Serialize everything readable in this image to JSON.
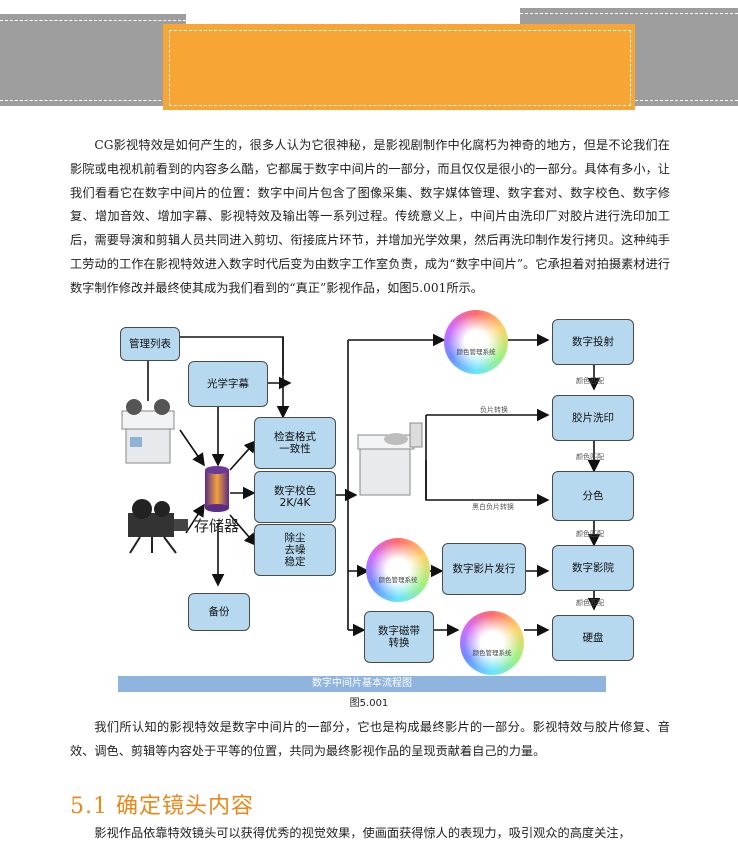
{
  "intro_text": "CG影视特效是如何产生的，很多人认为它很神秘，是影视剧制作中化腐朽为神奇的地方，但是不论我们在影院或电视机前看到的内容多么酷，它都属于数字中间片的一部分，而且仅仅是很小的一部分。具体有多小，让我们看看它在数字中间片的位置：数字中间片包含了图像采集、数字媒体管理、数字套对、数字校色、数字修复、增加音效、增加字幕、影视特效及输出等一系列过程。传统意义上，中间片由洗印厂对胶片进行洗印加工后，需要导演和剪辑人员共同进入剪切、衔接底片环节，并增加光学效果，然后再洗印制作发行拷贝。这种纯手工劳动的工作在影视特效进入数字时代后变为由数字工作室负责，成为“数字中间片”。它承担着对拍摄素材进行数字制作修改并最终使其成为我们看到的“真正”影视作品，如图5.001所示。",
  "diagram": {
    "boxes": {
      "management_list": "管理列表",
      "optical_subtitle": "光学字幕",
      "check_format": "检查格式\n一致性",
      "digital_grading": "数字校色\n2K/4K",
      "dust_removal": "除尘\n去噪\n稳定",
      "backup": "备份",
      "digital_film_release": "数字影片发行",
      "digital_tape": "数字磁带\n转换",
      "digital_projection": "数字投射",
      "film_print": "胶片洗印",
      "color_separation": "分色",
      "digital_cinema": "数字影院",
      "hard_disk": "硬盘"
    },
    "storage_label": "存储器",
    "labels": {
      "negative_conversion": "负片转换",
      "bw_negative_conversion": "黑白负片转换",
      "color_match": "颜色匹配",
      "color_management_system": "颜色管理系统"
    },
    "caption": "数字中间片基本流程图",
    "figure_label": "图5.001"
  },
  "outro_text": "我们所认知的影视特效是数字中间片的一部分，它也是构成最终影片的一部分。影视特效与胶片修复、音效、调色、剪辑等内容处于平等的位置，共同为最终影视作品的呈现贡献着自己的力量。",
  "section_title": "5.1 确定镜头内容",
  "section_text": "影视作品依靠特效镜头可以获得优秀的视觉效果，使画面获得惊人的表现力，吸引观众的高度关注，",
  "colors": {
    "orange_banner": "#f7a534",
    "gray_band": "#9e9e9e",
    "box_fill": "#b6d9f0",
    "caption_bar": "#8fb4de",
    "section_title": "#e8891c"
  }
}
